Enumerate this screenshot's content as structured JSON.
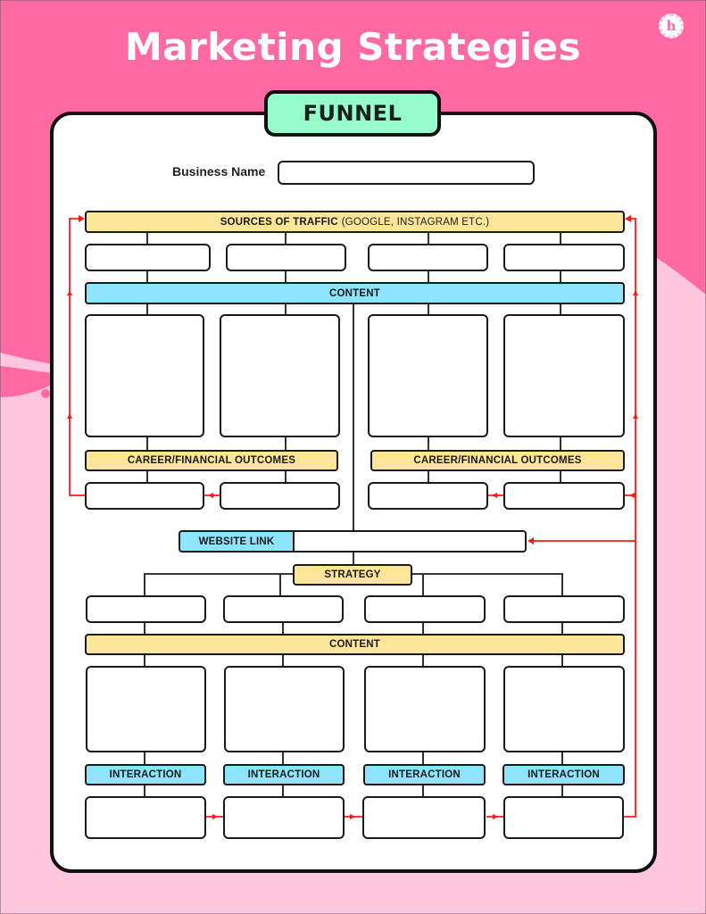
{
  "header": {
    "title": "Marketing Strategies",
    "logo_icon": "h-monogram-logo-icon",
    "logo_glyph": "h"
  },
  "tag": {
    "label": "FUNNEL"
  },
  "business_name": {
    "label": "Business Name",
    "value": ""
  },
  "funnel_top": {
    "sources": {
      "label_bold": "SOURCES OF TRAFFIC",
      "label_light": "(GOOGLE, INSTAGRAM ETC.)"
    },
    "source_boxes": [
      "",
      "",
      "",
      ""
    ],
    "content": {
      "label": "CONTENT"
    },
    "content_boxes": [
      "",
      "",
      "",
      ""
    ],
    "outcomes": [
      {
        "label": "CAREER/FINANCIAL OUTCOMES",
        "boxes": [
          "",
          ""
        ]
      },
      {
        "label": "CAREER/FINANCIAL OUTCOMES",
        "boxes": [
          "",
          ""
        ]
      }
    ]
  },
  "website_link": {
    "label": "WEBSITE LINK",
    "value": ""
  },
  "funnel_bottom": {
    "strategy": {
      "label": "STRATEGY"
    },
    "strategy_boxes": [
      "",
      "",
      "",
      ""
    ],
    "content": {
      "label": "CONTENT"
    },
    "content_boxes": [
      "",
      "",
      "",
      ""
    ],
    "interactions": [
      {
        "label": "INTERACTION",
        "box": ""
      },
      {
        "label": "INTERACTION",
        "box": ""
      },
      {
        "label": "INTERACTION",
        "box": ""
      },
      {
        "label": "INTERACTION",
        "box": ""
      }
    ]
  },
  "colors": {
    "page_pink": "#ff6aa5",
    "page_light_pink": "#ffc6dd",
    "tag_green": "#96fccb",
    "yellow_bar": "#fde699",
    "blue_bar": "#8fe4fd",
    "arrow_red": "#ff1a1a",
    "border": "#1a1a1a"
  }
}
